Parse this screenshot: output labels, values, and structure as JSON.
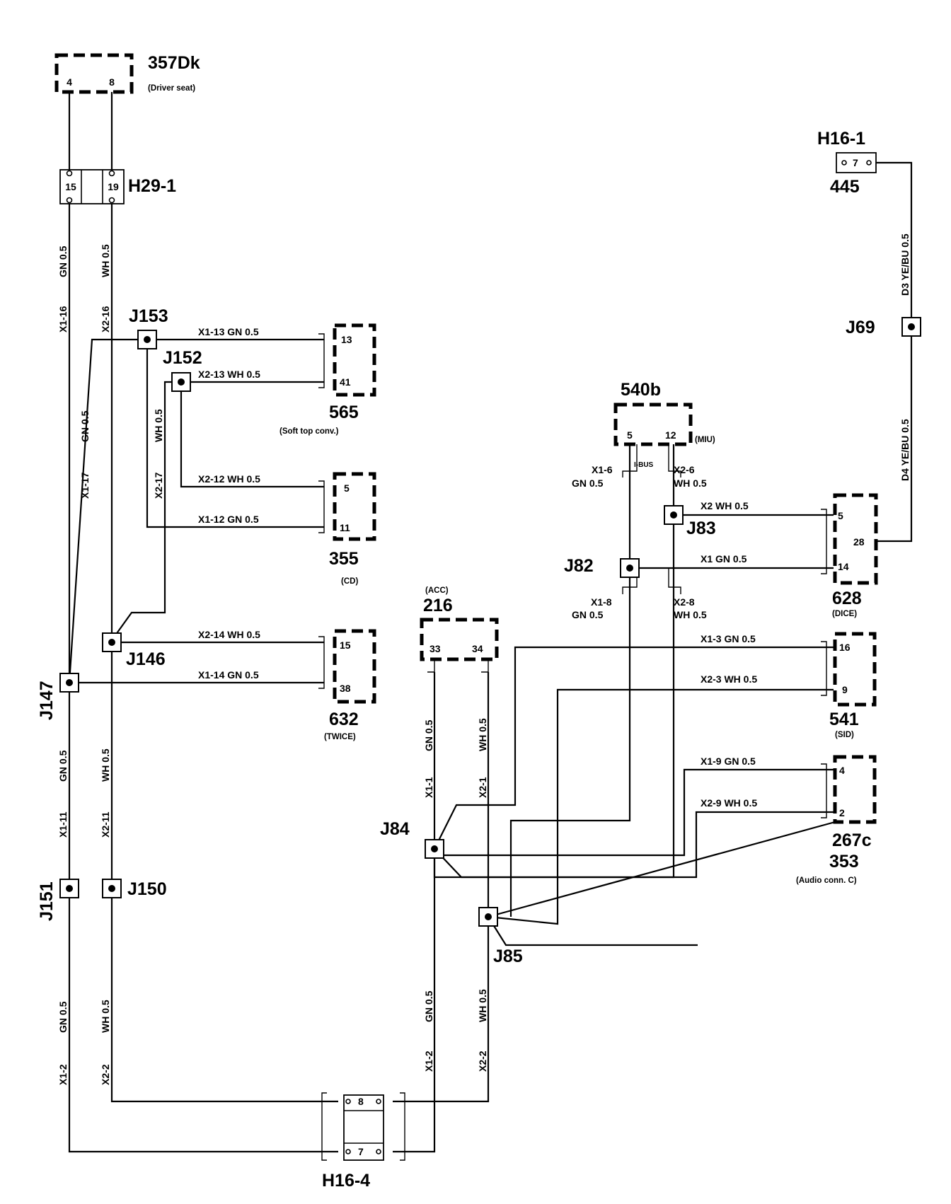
{
  "components": {
    "c357dk": {
      "id": "357Dk",
      "desc": "(Driver seat)",
      "pins": [
        "4",
        "8"
      ]
    },
    "c565": {
      "id": "565",
      "desc": "(Soft top conv.)",
      "pins": [
        "13",
        "41"
      ]
    },
    "c355": {
      "id": "355",
      "desc": "(CD)",
      "pins": [
        "5",
        "11"
      ]
    },
    "c632": {
      "id": "632",
      "desc": "(TWICE)",
      "pins": [
        "15",
        "38"
      ]
    },
    "c216": {
      "id": "216",
      "desc": "(ACC)",
      "pins": [
        "33",
        "34"
      ]
    },
    "c540b": {
      "id": "540b",
      "desc": "(MIU)",
      "pins": [
        "5",
        "12"
      ],
      "bus": "I-BUS"
    },
    "c628": {
      "id": "628",
      "desc": "(DICE)",
      "pins": [
        "5",
        "28",
        "14"
      ]
    },
    "c541": {
      "id": "541",
      "desc": "(SID)",
      "pins": [
        "16",
        "9"
      ]
    },
    "c267c": {
      "id": "267c",
      "id2": "353",
      "desc": "(Audio conn. C)",
      "pins": [
        "4",
        "2"
      ]
    }
  },
  "connectors": {
    "h29_1": {
      "id": "H29-1",
      "pins": [
        "15",
        "19"
      ]
    },
    "h16_1": {
      "id": "H16-1",
      "sub": "445",
      "pins": [
        "7"
      ]
    },
    "h16_4": {
      "id": "H16-4",
      "pins": [
        "8",
        "7"
      ]
    }
  },
  "junctions": [
    "J153",
    "J152",
    "J147",
    "J146",
    "J151",
    "J150",
    "J69",
    "J83",
    "J82",
    "J84",
    "J85"
  ],
  "wires": {
    "x1_16": "X1-16",
    "gn05_a": "GN 0.5",
    "x2_16": "X2-16",
    "wh05_a": "WH 0.5",
    "x1_17": "X1-17",
    "gn05_b": "GN 0.5",
    "x2_17": "X2-17",
    "wh05_b": "WH 0.5",
    "w_x1_13": "X1-13   GN  0.5",
    "w_x2_13": "X2-13   WH 0.5",
    "w_x2_12": "X2-12   WH 0.5",
    "w_x1_12": "X1-12   GN  0.5",
    "w_x2_14": "X2-14   WH 0.5",
    "w_x1_14": "X1-14   GN  0.5",
    "x1_11": "X1-11",
    "gn05_c": "GN 0.5",
    "x2_11": "X2-11",
    "wh05_c": "WH 0.5",
    "x1_2a": "X1-2",
    "gn05_d": "GN 0.5",
    "x2_2a": "X2-2",
    "wh05_d": "WH 0.5",
    "x1_1": "X1-1",
    "gn05_e": "GN 0.5",
    "x2_1": "X2-1",
    "wh05_e": "WH 0.5",
    "x1_2b": "X1-2",
    "gn05_f": "GN 0.5",
    "x2_2b": "X2-2",
    "wh05_f": "WH 0.5",
    "d3": "D3  YE/BU  0.5",
    "d4": "D4  YE/BU  0.5",
    "x1_6": "X1-6",
    "gn05_g": "GN 0.5",
    "x2_6": "X2-6",
    "wh05_g": "WH 0.5",
    "w_x2_dice": "X2   WH 0.5",
    "w_x1_dice": "X1   GN  0.5",
    "x1_8": "X1-8",
    "gn05_h": "GN 0.5",
    "x2_8": "X2-8",
    "wh05_h": "WH 0.5",
    "w_x1_3": "X1-3   GN   0.5",
    "w_x2_3": "X2-3   WH  0.5",
    "w_x1_9": "X1-9   GN   0.5",
    "w_x2_9": "X2-9   WH  0.5"
  }
}
